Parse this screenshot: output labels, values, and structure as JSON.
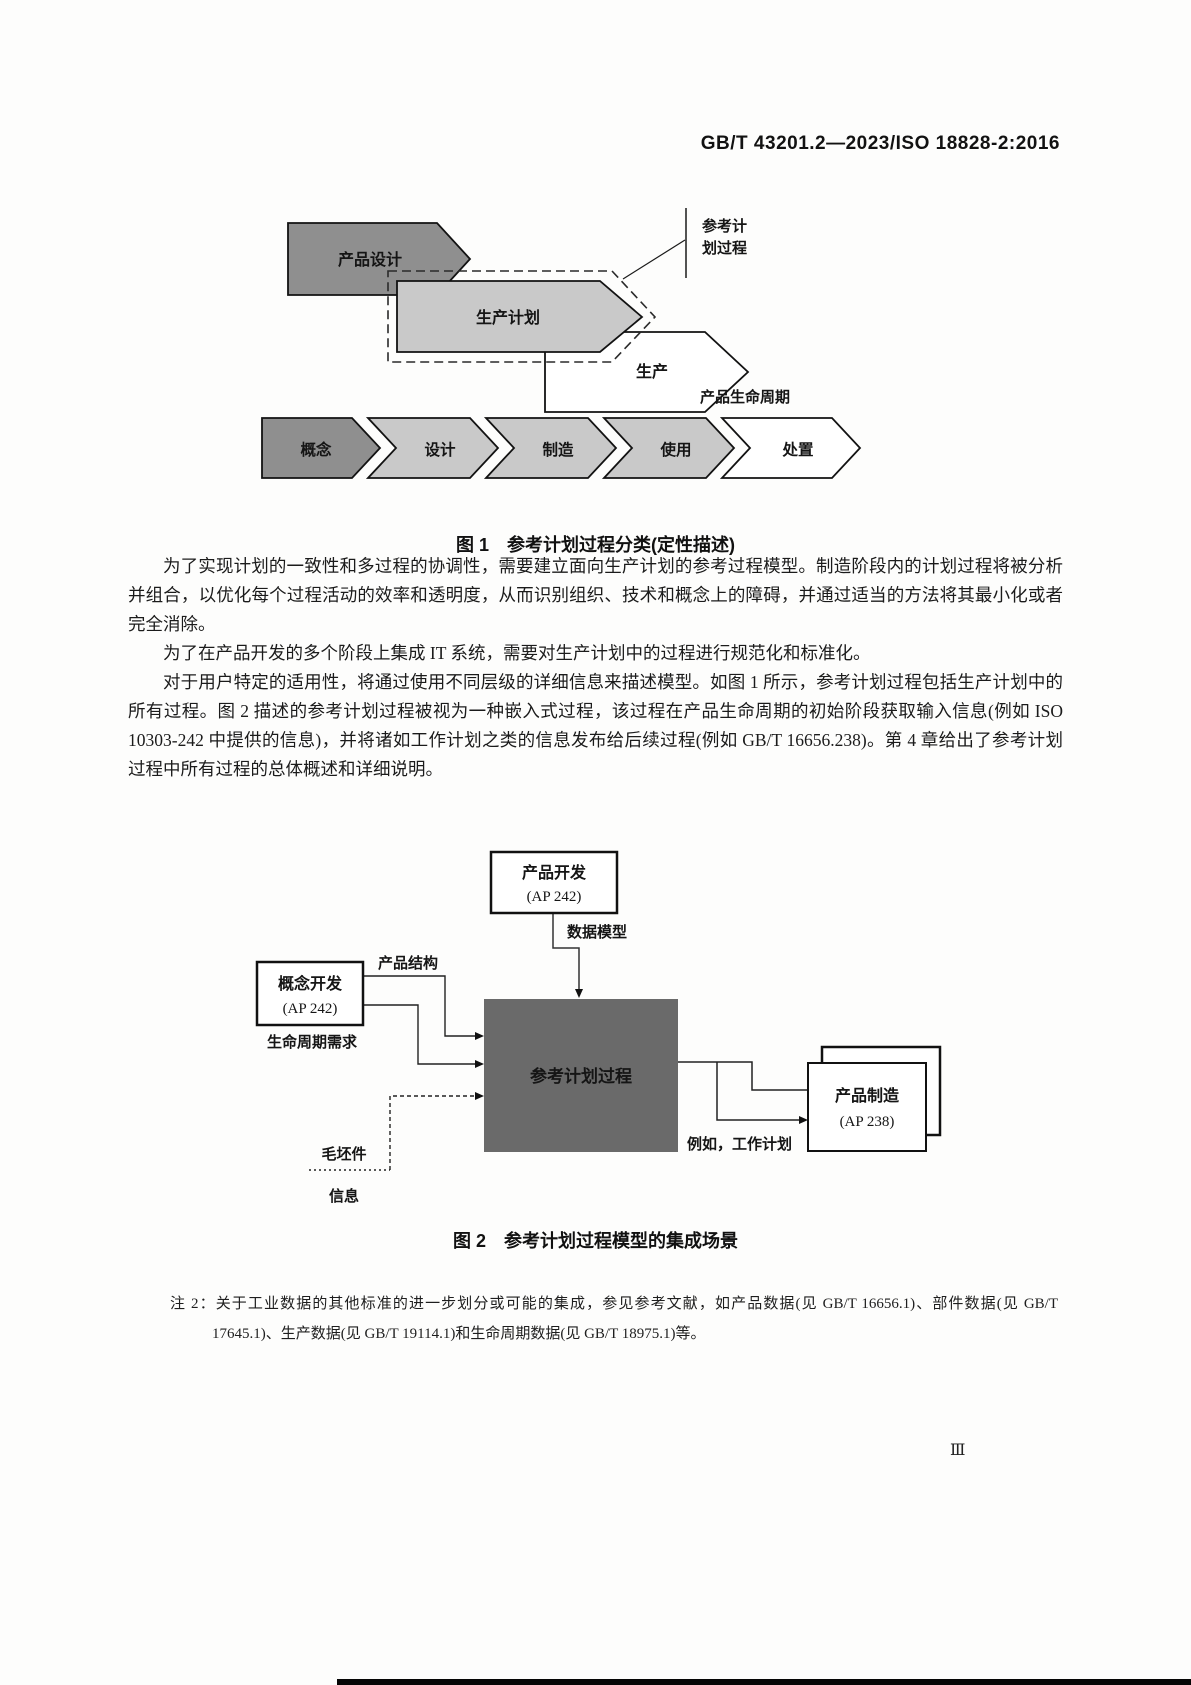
{
  "header": {
    "doc_number": "GB/T 43201.2—2023/ISO 18828-2:2016"
  },
  "figure1": {
    "arrow_product_design": "产品设计",
    "arrow_production_planning": "生产计划",
    "arrow_production": "生产",
    "callout_line1": "参考计",
    "callout_line2": "划过程",
    "lifecycle_label": "产品生命周期",
    "chain": [
      "概念",
      "设计",
      "制造",
      "使用",
      "处置"
    ],
    "caption": "图 1　参考计划过程分类(定性描述)",
    "colors": {
      "dark_gray": "#8f8f8f",
      "light_gray": "#c9c9c9",
      "white": "#ffffff"
    }
  },
  "paragraphs": [
    "为了实现计划的一致性和多过程的协调性，需要建立面向生产计划的参考过程模型。制造阶段内的计划过程将被分析并组合，以优化每个过程活动的效率和透明度，从而识别组织、技术和概念上的障碍，并通过适当的方法将其最小化或者完全消除。",
    "为了在产品开发的多个阶段上集成 IT 系统，需要对生产计划中的过程进行规范化和标准化。",
    "对于用户特定的适用性，将通过使用不同层级的详细信息来描述模型。如图 1 所示，参考计划过程包括生产计划中的所有过程。图 2 描述的参考计划过程被视为一种嵌入式过程，该过程在产品生命周期的初始阶段获取输入信息(例如 ISO 10303-242 中提供的信息)，并将诸如工作计划之类的信息发布给后续过程(例如 GB/T 16656.238)。第 4 章给出了参考计划过程中所有过程的总体概述和详细说明。"
  ],
  "figure2": {
    "box_product_development": {
      "line1": "产品开发",
      "line2": "(AP 242)"
    },
    "box_concept_development": {
      "line1": "概念开发",
      "line2": "(AP 242)"
    },
    "box_reference_planning": "参考计划过程",
    "box_product_manufacturing": {
      "line1": "产品制造",
      "line2": "(AP 238)"
    },
    "label_data_model": "数据模型",
    "label_product_structure": "产品结构",
    "label_lifecycle_requirements": "生命周期需求",
    "label_blank_part_line1": "毛坯件",
    "label_blank_part_line2": "信息",
    "label_work_plan": "例如，工作计划",
    "caption": "图 2　参考计划过程模型的集成场景",
    "colors": {
      "central_box": "#6a6a6a"
    }
  },
  "note2": {
    "prefix": "注 2：",
    "text": "关于工业数据的其他标准的进一步划分或可能的集成，参见参考文献，如产品数据(见 GB/T 16656.1)、部件数据(见 GB/T 17645.1)、生产数据(见 GB/T 19114.1)和生命周期数据(见 GB/T 18975.1)等。"
  },
  "page_number": "Ⅲ"
}
